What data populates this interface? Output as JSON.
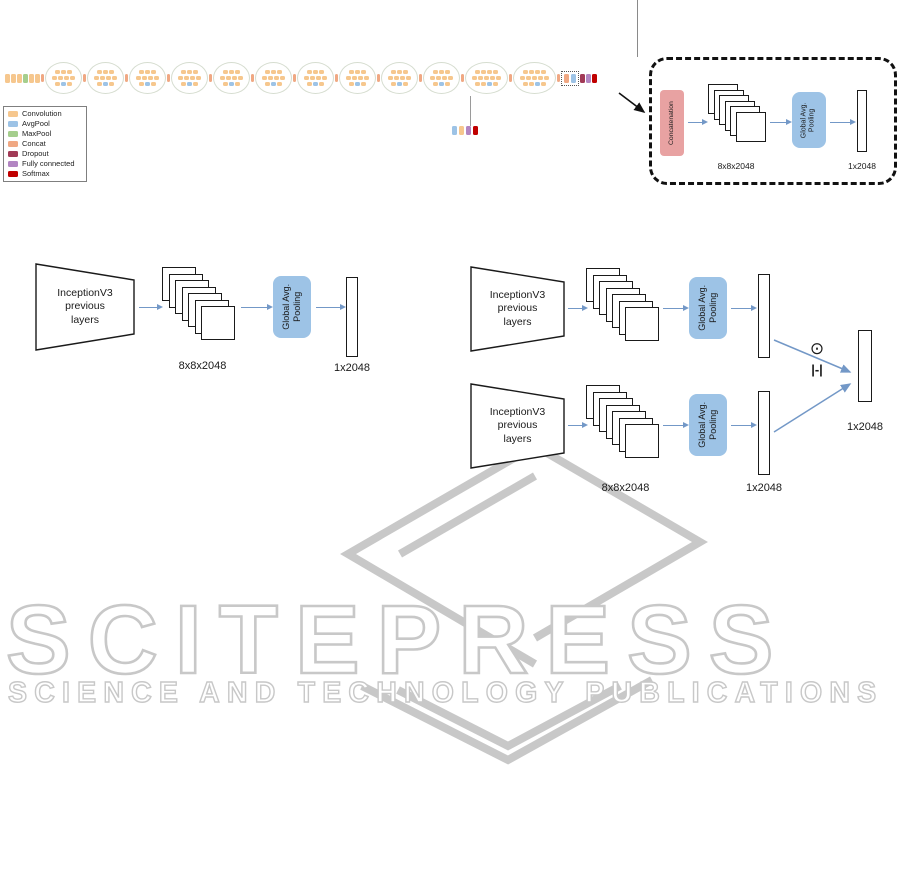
{
  "palette": {
    "conv": "#F6C78E",
    "avgpool": "#9DC3E6",
    "maxpool": "#A5CE8D",
    "concat": "#F0A883",
    "dropout": "#A13A56",
    "fc": "#B285C2",
    "softmax": "#C00000",
    "arrow": "#7398C7",
    "gap_box": "#9DC3E6",
    "concatenation_box": "#E8A2A2",
    "watermark": "#C8C8C8"
  },
  "legend": {
    "items": [
      {
        "label": "Convolution",
        "color_key": "conv"
      },
      {
        "label": "AvgPool",
        "color_key": "avgpool"
      },
      {
        "label": "MaxPool",
        "color_key": "maxpool"
      },
      {
        "label": "Concat",
        "color_key": "concat"
      },
      {
        "label": "Dropout",
        "color_key": "dropout"
      },
      {
        "label": "Fully connected",
        "color_key": "fc"
      },
      {
        "label": "Softmax",
        "color_key": "softmax"
      }
    ]
  },
  "schematic": {
    "stem": [
      "conv",
      "conv",
      "conv",
      "maxpool",
      "conv",
      "conv"
    ],
    "modules": [
      "s",
      "s",
      "s",
      "s",
      "s",
      "s",
      "s",
      "s",
      "s",
      "s",
      "l",
      "l"
    ],
    "tail_dotted": [
      "concat",
      "avgpool"
    ],
    "tail": [
      "dropout",
      "fc",
      "softmax"
    ],
    "aux": [
      "avgpool",
      "conv",
      "fc",
      "softmax"
    ]
  },
  "detail_box": {
    "concatenation_label": "Concatenation",
    "stack_label": "8x8x2048",
    "gap_label": "Global Avg.\nPooling",
    "output_label": "1x2048"
  },
  "pipeline_left": {
    "backbone_label": "InceptionV3\nprevious\nlayers",
    "stack_label": "8x8x2048",
    "gap_label": "Global Avg.\nPooling",
    "output_label": "1x2048"
  },
  "pipeline_right": {
    "backbone_label": "InceptionV3\nprevious\nlayers",
    "stack_label": "8x8x2048",
    "gap_label": "Global Avg.\nPooling",
    "bar_label": "1x2048",
    "operators": [
      "⊙",
      "|-|"
    ],
    "output_label": "1x2048"
  },
  "watermark": {
    "title": "SCITEPRESS",
    "subtitle": "SCIENCE AND TECHNOLOGY PUBLICATIONS"
  }
}
